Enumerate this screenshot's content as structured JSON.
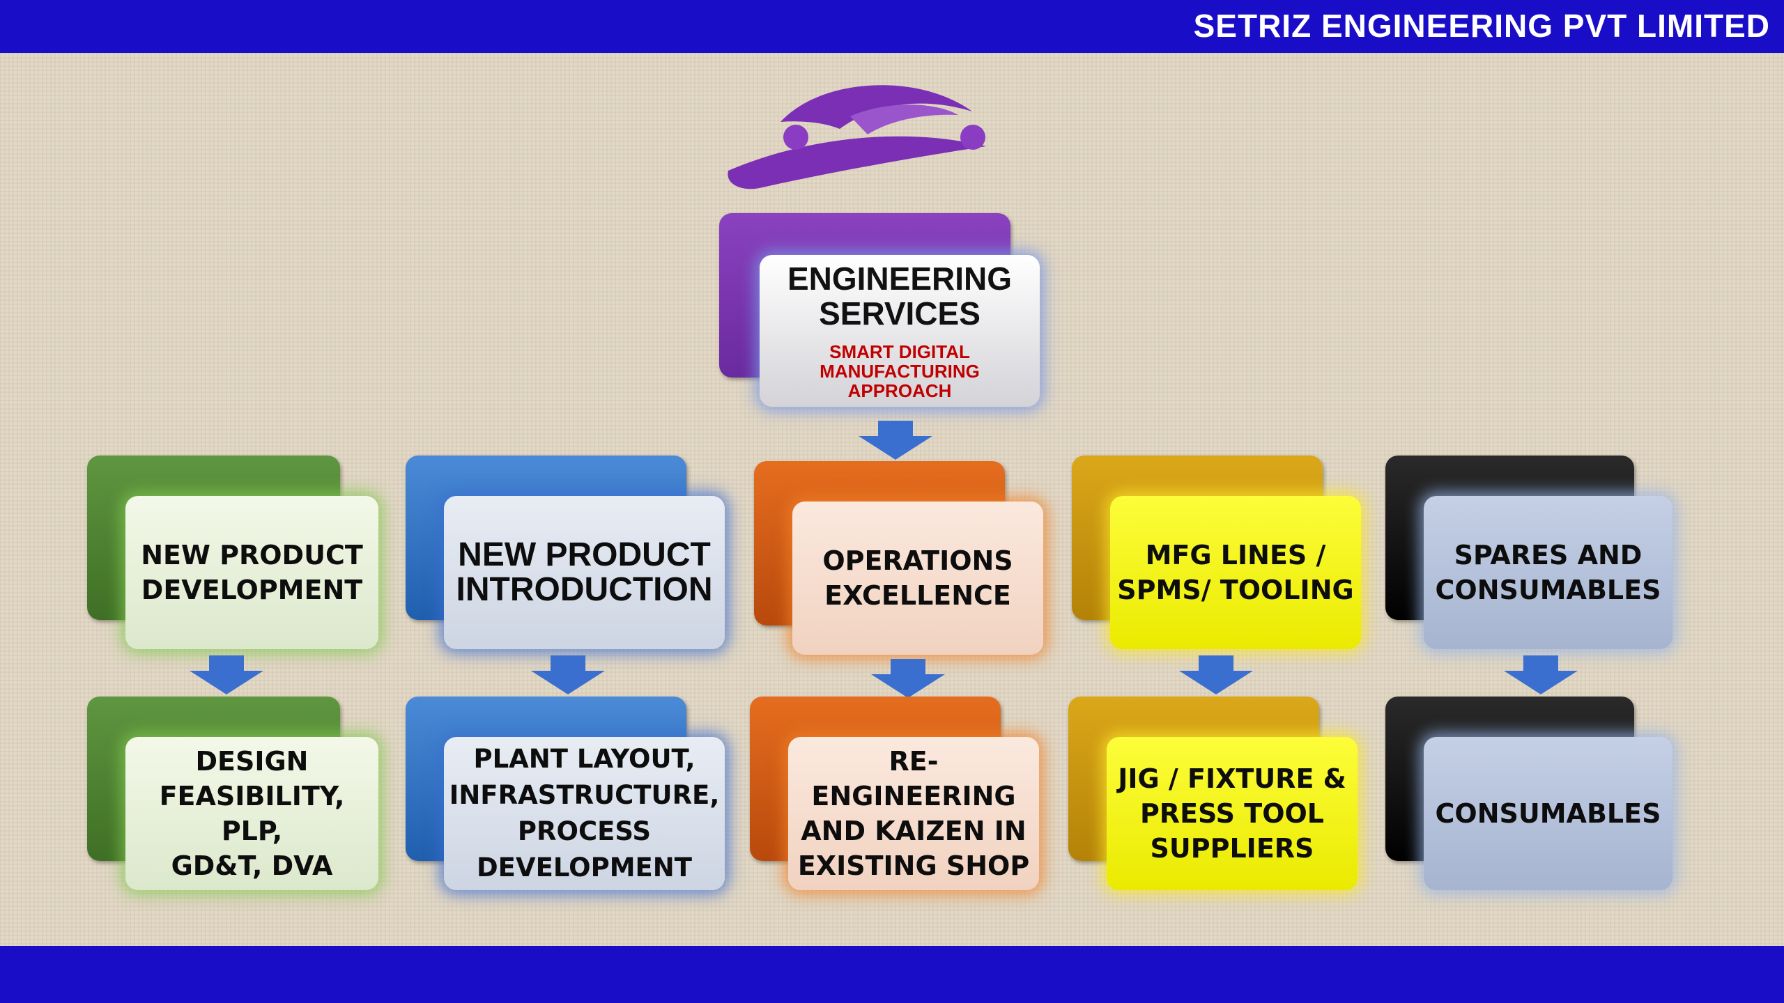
{
  "header": {
    "company_name": "SETRIZ ENGINEERING PVT LIMITED"
  },
  "logo": {
    "icon": "stylized-car-icon",
    "color": "#7b2fb5"
  },
  "root": {
    "title": "ENGINEERING\nSERVICES",
    "subtitle": "SMART DIGITAL\nMANUFACTURING\nAPPROACH",
    "subtitle_color": "#c00000"
  },
  "columns": [
    {
      "theme": "green",
      "top": "NEW PRODUCT\nDEVELOPMENT",
      "bottom": "DESIGN\nFEASIBILITY, PLP,\nGD&T, DVA"
    },
    {
      "theme": "blue",
      "top": "NEW PRODUCT\nINTRODUCTION",
      "bottom": "PLANT LAYOUT,\nINFRASTRUCTURE,\nPROCESS\nDEVELOPMENT"
    },
    {
      "theme": "orange",
      "top": "OPERATIONS\nEXCELLENCE",
      "bottom": "RE-ENGINEERING\nAND KAIZEN IN\nEXISTING SHOP"
    },
    {
      "theme": "yellow",
      "top": "MFG LINES /\nSPMS/ TOOLING",
      "bottom": "JIG / FIXTURE &\nPRESS TOOL\nSUPPLIERS"
    },
    {
      "theme": "black",
      "top": "SPARES AND\nCONSUMABLES",
      "bottom": "CONSUMABLES"
    }
  ],
  "colors": {
    "bar": "#1a0dc8",
    "arrow": "#3a6fd0",
    "green": "#4f8530",
    "blue": "#2e74c4",
    "orange": "#d45a12",
    "yellow": "#cc9a10",
    "black": "#000000",
    "purple": "#7b35b0"
  }
}
